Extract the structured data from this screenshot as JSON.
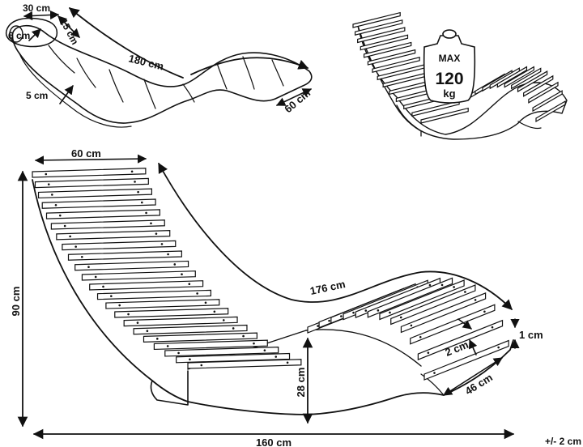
{
  "cushion_view": {
    "length": "180 cm",
    "width": "60 cm",
    "thickness": "5 cm",
    "pillow_depth": "30 cm",
    "pillow_height": "15 cm",
    "pillow_diameter": "6 cm"
  },
  "load_view": {
    "weight_lines": [
      "MAX",
      "120",
      "kg"
    ]
  },
  "main_view": {
    "seat_width": "60 cm",
    "height": "90 cm",
    "curve_length": "176 cm",
    "base_length": "160 cm",
    "base_height": "28 cm",
    "slat_gap": "2 cm",
    "slat_thickness": "1 cm",
    "foot_width": "46 cm",
    "tolerance": "+/- 2 cm"
  }
}
